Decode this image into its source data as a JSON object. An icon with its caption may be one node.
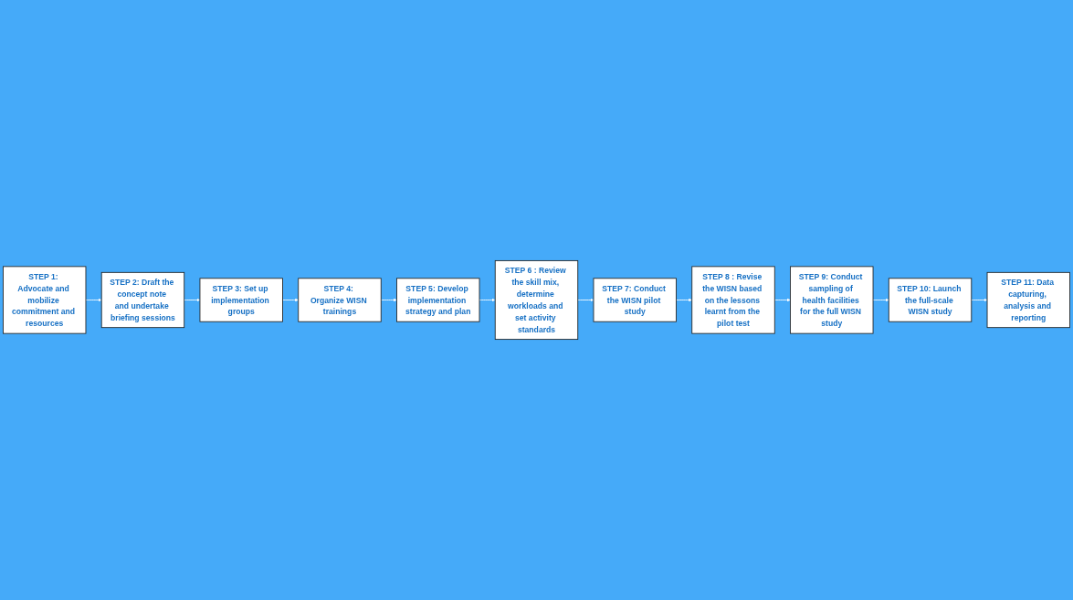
{
  "diagram": {
    "nodes": [
      {
        "text": [
          "STEP 1: Advocate and mobilize commitment and resources"
        ]
      },
      {
        "text": [
          "STEP 2: Draft the concept note and undertake briefing sessions"
        ]
      },
      {
        "text": [
          "STEP 3: Set up implementation groups"
        ]
      },
      {
        "text": [
          "STEP 4: Organize WISN trainings"
        ]
      },
      {
        "text": [
          "STEP 5: Develop implementation strategy and plan"
        ]
      },
      {
        "text": [
          "STEP 6 : Review the skill mix, determine workloads and set activity standards"
        ]
      },
      {
        "text": [
          "STEP 7: Conduct the WISN pilot study"
        ]
      },
      {
        "text": [
          "STEP 8 : Revise the WISN based on the lessons learnt from the pilot test"
        ]
      },
      {
        "text": [
          "STEP 9: Conduct sampling of health facilities for the full WISN study"
        ]
      },
      {
        "text": [
          "STEP 10: Launch the full-scale WISN study"
        ]
      },
      {
        "text": [
          "STEP 11: Data capturing, analysis and reporting"
        ]
      }
    ],
    "edges": [
      {
        "from": 0,
        "to": 1,
        "arrow": "to"
      },
      {
        "from": 1,
        "to": 2,
        "arrow": "to"
      },
      {
        "from": 2,
        "to": 3,
        "arrow": "to"
      },
      {
        "from": 3,
        "to": 4,
        "arrow": "to"
      },
      {
        "from": 4,
        "to": 5,
        "arrow": "to"
      },
      {
        "from": 5,
        "to": 6,
        "arrow": "to"
      },
      {
        "from": 6,
        "to": 7,
        "arrow": "to"
      },
      {
        "from": 7,
        "to": 8,
        "arrow": "to"
      },
      {
        "from": 8,
        "to": 9,
        "arrow": "to"
      },
      {
        "from": 9,
        "to": 10,
        "arrow": "to"
      }
    ]
  }
}
